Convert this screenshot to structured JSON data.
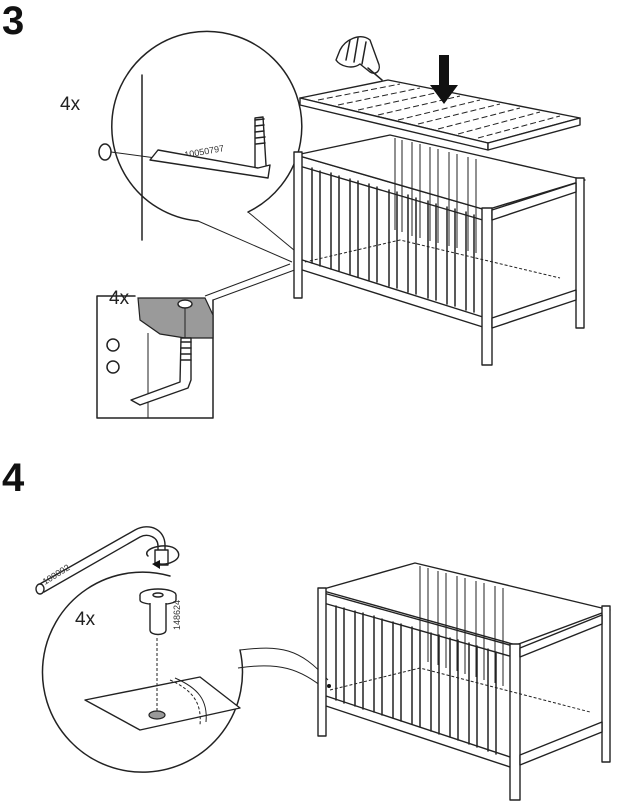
{
  "steps": [
    {
      "number": "3",
      "quantity_top": "4x",
      "quantity_inset": "4x",
      "part_number": "10050797"
    },
    {
      "number": "4",
      "quantity": "4x",
      "part_number_key": "100092",
      "part_number_cap": "148624"
    }
  ]
}
